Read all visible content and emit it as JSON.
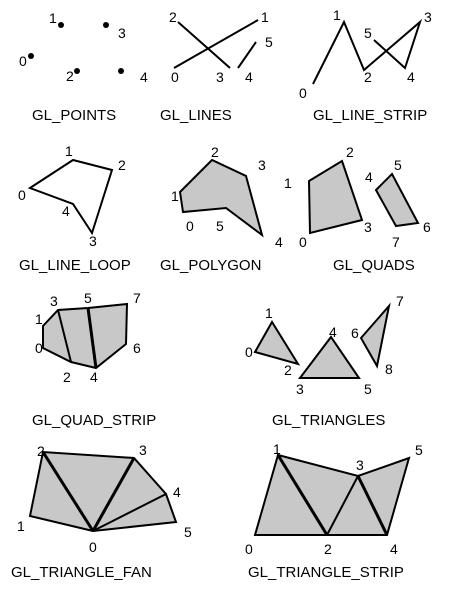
{
  "colors": {
    "background": "#ffffff",
    "stroke": "#000000",
    "fill": "#c8c8c8"
  },
  "panels": [
    {
      "id": "points",
      "caption": "GL_POINTS",
      "vertex_labels": [
        "0",
        "1",
        "2",
        "3",
        "4"
      ]
    },
    {
      "id": "lines",
      "caption": "GL_LINES",
      "vertex_labels": [
        "0",
        "1",
        "2",
        "3",
        "4",
        "5"
      ]
    },
    {
      "id": "line-strip",
      "caption": "GL_LINE_STRIP",
      "vertex_labels": [
        "0",
        "1",
        "2",
        "3",
        "4",
        "5"
      ]
    },
    {
      "id": "line-loop",
      "caption": "GL_LINE_LOOP",
      "vertex_labels": [
        "0",
        "1",
        "2",
        "3",
        "4"
      ]
    },
    {
      "id": "polygon",
      "caption": "GL_POLYGON",
      "vertex_labels": [
        "0",
        "1",
        "2",
        "3",
        "4",
        "5"
      ]
    },
    {
      "id": "quads",
      "caption": "GL_QUADS",
      "vertex_labels": [
        "0",
        "1",
        "2",
        "3",
        "4",
        "5",
        "6",
        "7"
      ]
    },
    {
      "id": "quad-strip",
      "caption": "GL_QUAD_STRIP",
      "vertex_labels": [
        "0",
        "1",
        "2",
        "3",
        "4",
        "5",
        "6",
        "7"
      ]
    },
    {
      "id": "triangles",
      "caption": "GL_TRIANGLES",
      "vertex_labels": [
        "0",
        "1",
        "2",
        "3",
        "4",
        "5",
        "6",
        "7",
        "8"
      ]
    },
    {
      "id": "triangle-fan",
      "caption": "GL_TRIANGLE_FAN",
      "vertex_labels": [
        "0",
        "1",
        "2",
        "3",
        "4",
        "5"
      ]
    },
    {
      "id": "triangle-strip",
      "caption": "GL_TRIANGLE_STRIP",
      "vertex_labels": [
        "0",
        "1",
        "2",
        "3",
        "4",
        "5"
      ]
    }
  ]
}
